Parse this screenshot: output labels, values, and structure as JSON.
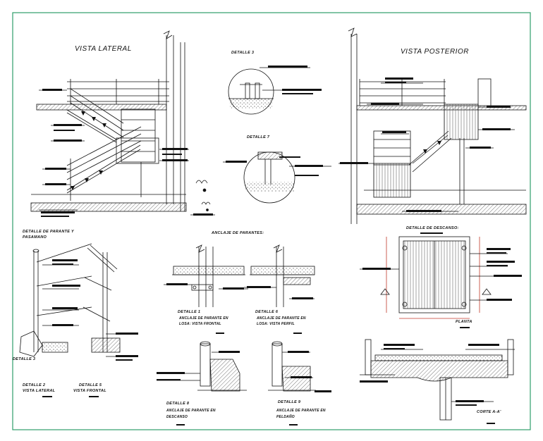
{
  "colors": {
    "frame": "#2e9e6a",
    "ink": "#111111",
    "hatch": "#555555"
  },
  "views": {
    "lateral": {
      "title": "VISTA LATERAL"
    },
    "posterior": {
      "title": "VISTA POSTERIOR"
    }
  },
  "details": {
    "d3_top": {
      "title": "DETALLE 3"
    },
    "d7": {
      "title": "DETALLE 7"
    },
    "parante_pasamano": {
      "title_line1": "DETALLE DE PARANTE Y",
      "title_line2": "PASAMANO"
    },
    "d3_side": {
      "title": "DETALLE 3"
    },
    "d2": {
      "title_line1": "DETALLE 2",
      "title_line2": "VISTA LATERAL"
    },
    "d5": {
      "title_line1": "DETALLE 5",
      "title_line2": "VISTA FRONTAL"
    },
    "anclaje": {
      "title": "ANCLAJE DE PARANTES:"
    },
    "d1": {
      "title": "DETALLE 1",
      "line2": "ANCLAJE DE PARANTE EN",
      "line3": "LOSA: VISTA FRONTAL"
    },
    "d6": {
      "title": "DETALLE 6",
      "line2": "ANCLAJE DE PARANTE EN",
      "line3": "LOSA: VISTA PERFIL"
    },
    "d8": {
      "title": "DETALLE 8",
      "line2": "ANCLAJE DE PARANTE EN",
      "line3": "DESCANSO"
    },
    "d9": {
      "title": "DETALLE 9",
      "line2": "ANCLAJE DE PARANTE EN",
      "line3": "PELDAÑO"
    },
    "descanso": {
      "title": "DETALLE DE DESCANSO:",
      "plan": "PLANTA"
    },
    "corte": {
      "title": "CORTE A-A'"
    }
  }
}
